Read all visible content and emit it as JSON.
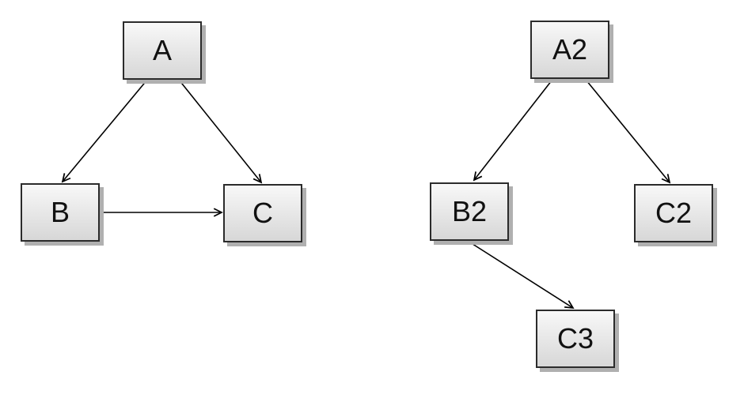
{
  "colors": {
    "background": "#ffffff",
    "node_fill_top": "#f8f8f8",
    "node_fill_bottom": "#d7d7d7",
    "node_border": "#2b2b2b",
    "node_shadow": "#b0b0b0",
    "edge": "#000000"
  },
  "diagrams": [
    {
      "name": "left-graph",
      "nodes": [
        {
          "id": "A",
          "label": "A"
        },
        {
          "id": "B",
          "label": "B"
        },
        {
          "id": "C",
          "label": "C"
        }
      ],
      "edges": [
        {
          "from": "A",
          "to": "B"
        },
        {
          "from": "A",
          "to": "C"
        },
        {
          "from": "B",
          "to": "C"
        }
      ]
    },
    {
      "name": "right-graph",
      "nodes": [
        {
          "id": "A2",
          "label": "A2"
        },
        {
          "id": "B2",
          "label": "B2"
        },
        {
          "id": "C2",
          "label": "C2"
        },
        {
          "id": "C3",
          "label": "C3"
        }
      ],
      "edges": [
        {
          "from": "A2",
          "to": "B2"
        },
        {
          "from": "A2",
          "to": "C2"
        },
        {
          "from": "B2",
          "to": "C3"
        }
      ]
    }
  ]
}
